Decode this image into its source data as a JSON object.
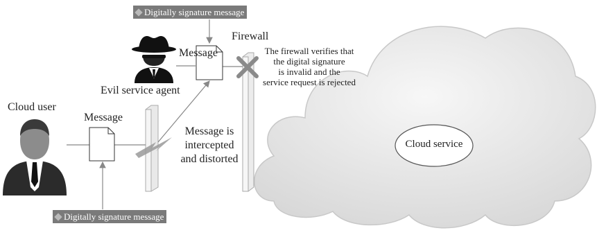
{
  "top_tag": {
    "label": "Digitally signature message"
  },
  "bottom_tag": {
    "label": "Digitally signature message"
  },
  "evil_agent": {
    "label": "Evil service agent",
    "message_label": "Message"
  },
  "cloud_user": {
    "label": "Cloud user",
    "message_label": "Message"
  },
  "intercept_text": [
    "Message is",
    "intercepted",
    "and distorted"
  ],
  "firewall": {
    "label": "Firewall",
    "note": [
      "The firewall verifies that",
      "the digital signature",
      "is invalid and the",
      "service request is rejected"
    ]
  },
  "cloud": {
    "label": "Cloud service"
  },
  "icons": [
    "spy-icon",
    "user-icon",
    "document-icon",
    "reject-x-icon",
    "lightning-icon",
    "cloud-icon"
  ],
  "colors": {
    "tag_bg": "#7a7a7a",
    "line": "#888888",
    "cloud_fill": "#e6e6e6"
  }
}
